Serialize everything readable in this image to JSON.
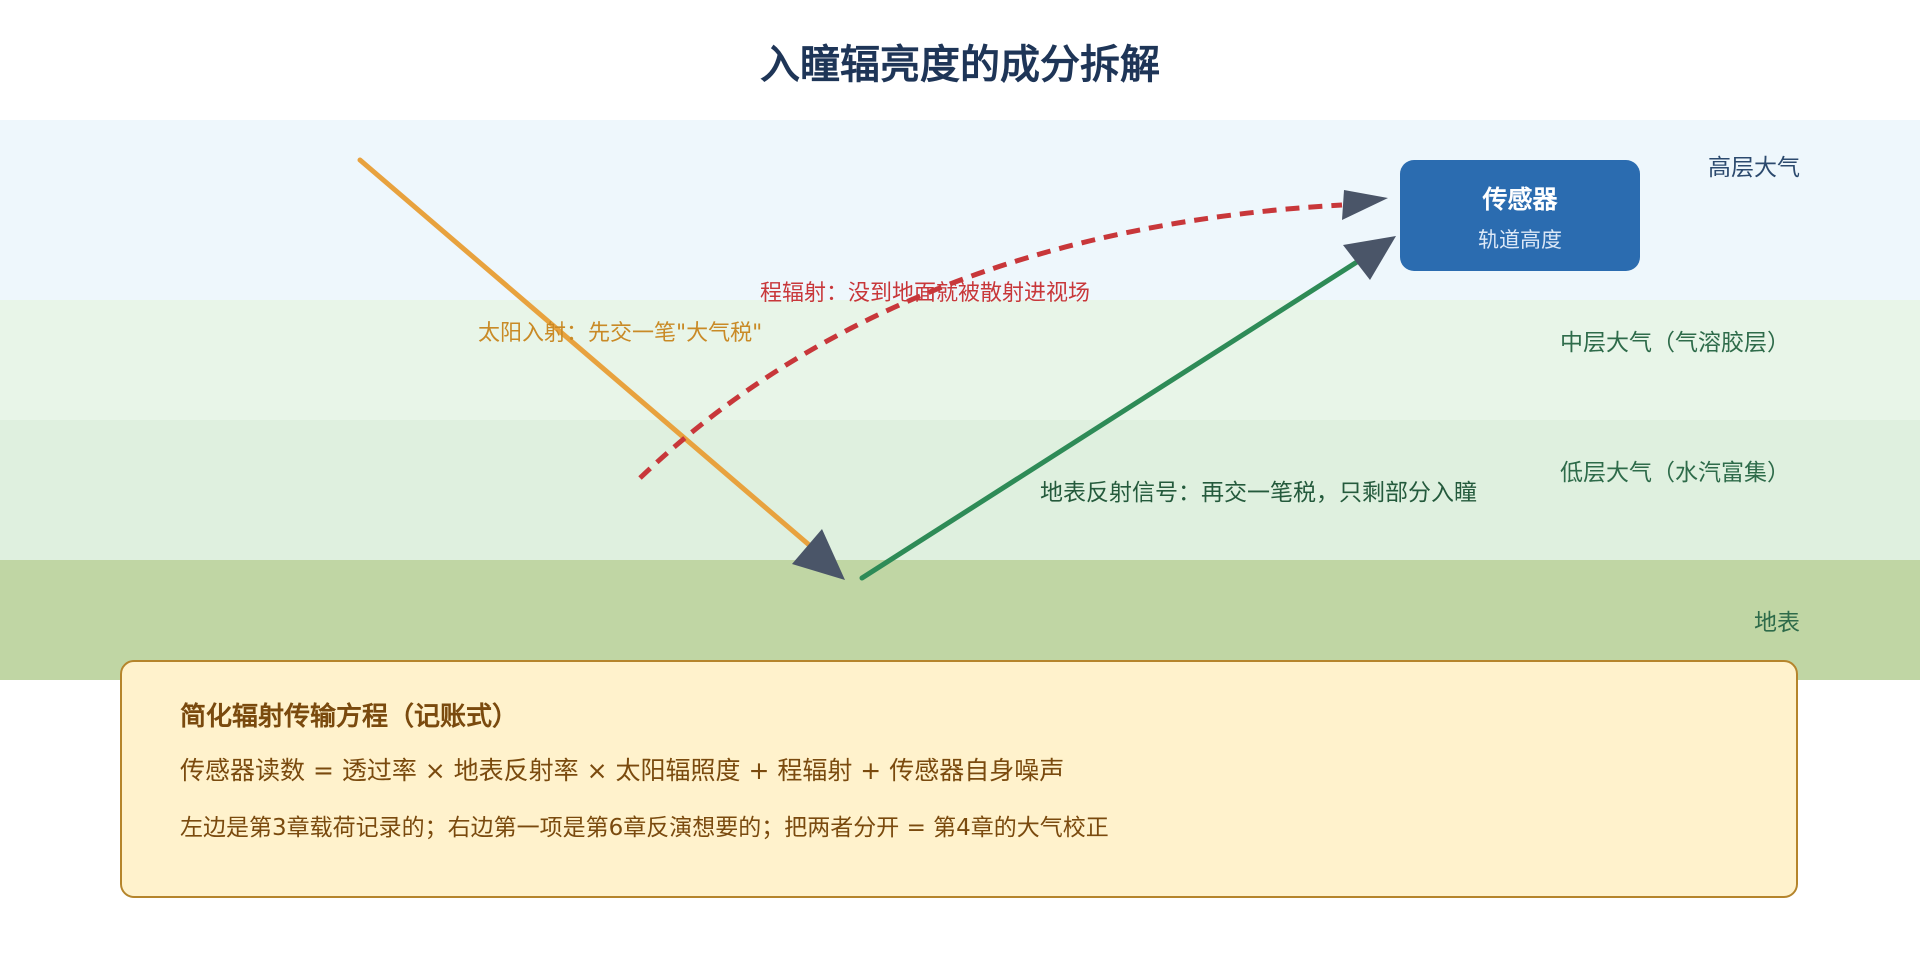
{
  "title": "入瞳辐亮度的成分拆解",
  "layers": {
    "upper": "高层大气",
    "middle": "中层大气（气溶胶层）",
    "lower": "低层大气（水汽富集）",
    "surface": "地表"
  },
  "sensor": {
    "name": "传感器",
    "sub": "轨道高度"
  },
  "paths": {
    "solar": "太阳入射：先交一笔\"大气税\"",
    "path_radiance": "程辐射：没到地面就被散射进视场",
    "surface_reflect": "地表反射信号：再交一笔税，只剩部分入瞳"
  },
  "formula": {
    "title": "简化辐射传输方程（记账式）",
    "equation": "传感器读数 = 透过率 × 地表反射率 × 太阳辐照度 + 程辐射 + 传感器自身噪声",
    "note": "左边是第3章载荷记录的；右边第一项是第6章反演想要的；把两者分开 = 第4章的大气校正"
  },
  "colors": {
    "upper_layer": "#eef7fc",
    "middle_layer": "#e8f5e8",
    "lower_layer": "#dff0df",
    "surface_layer": "#c0d6a4",
    "solar": "#e8a23e",
    "path_radiance": "#c8373a",
    "surface_reflect": "#2e8b57",
    "sensor": "#2b6cb0",
    "arrowhead": "#4a5568"
  }
}
